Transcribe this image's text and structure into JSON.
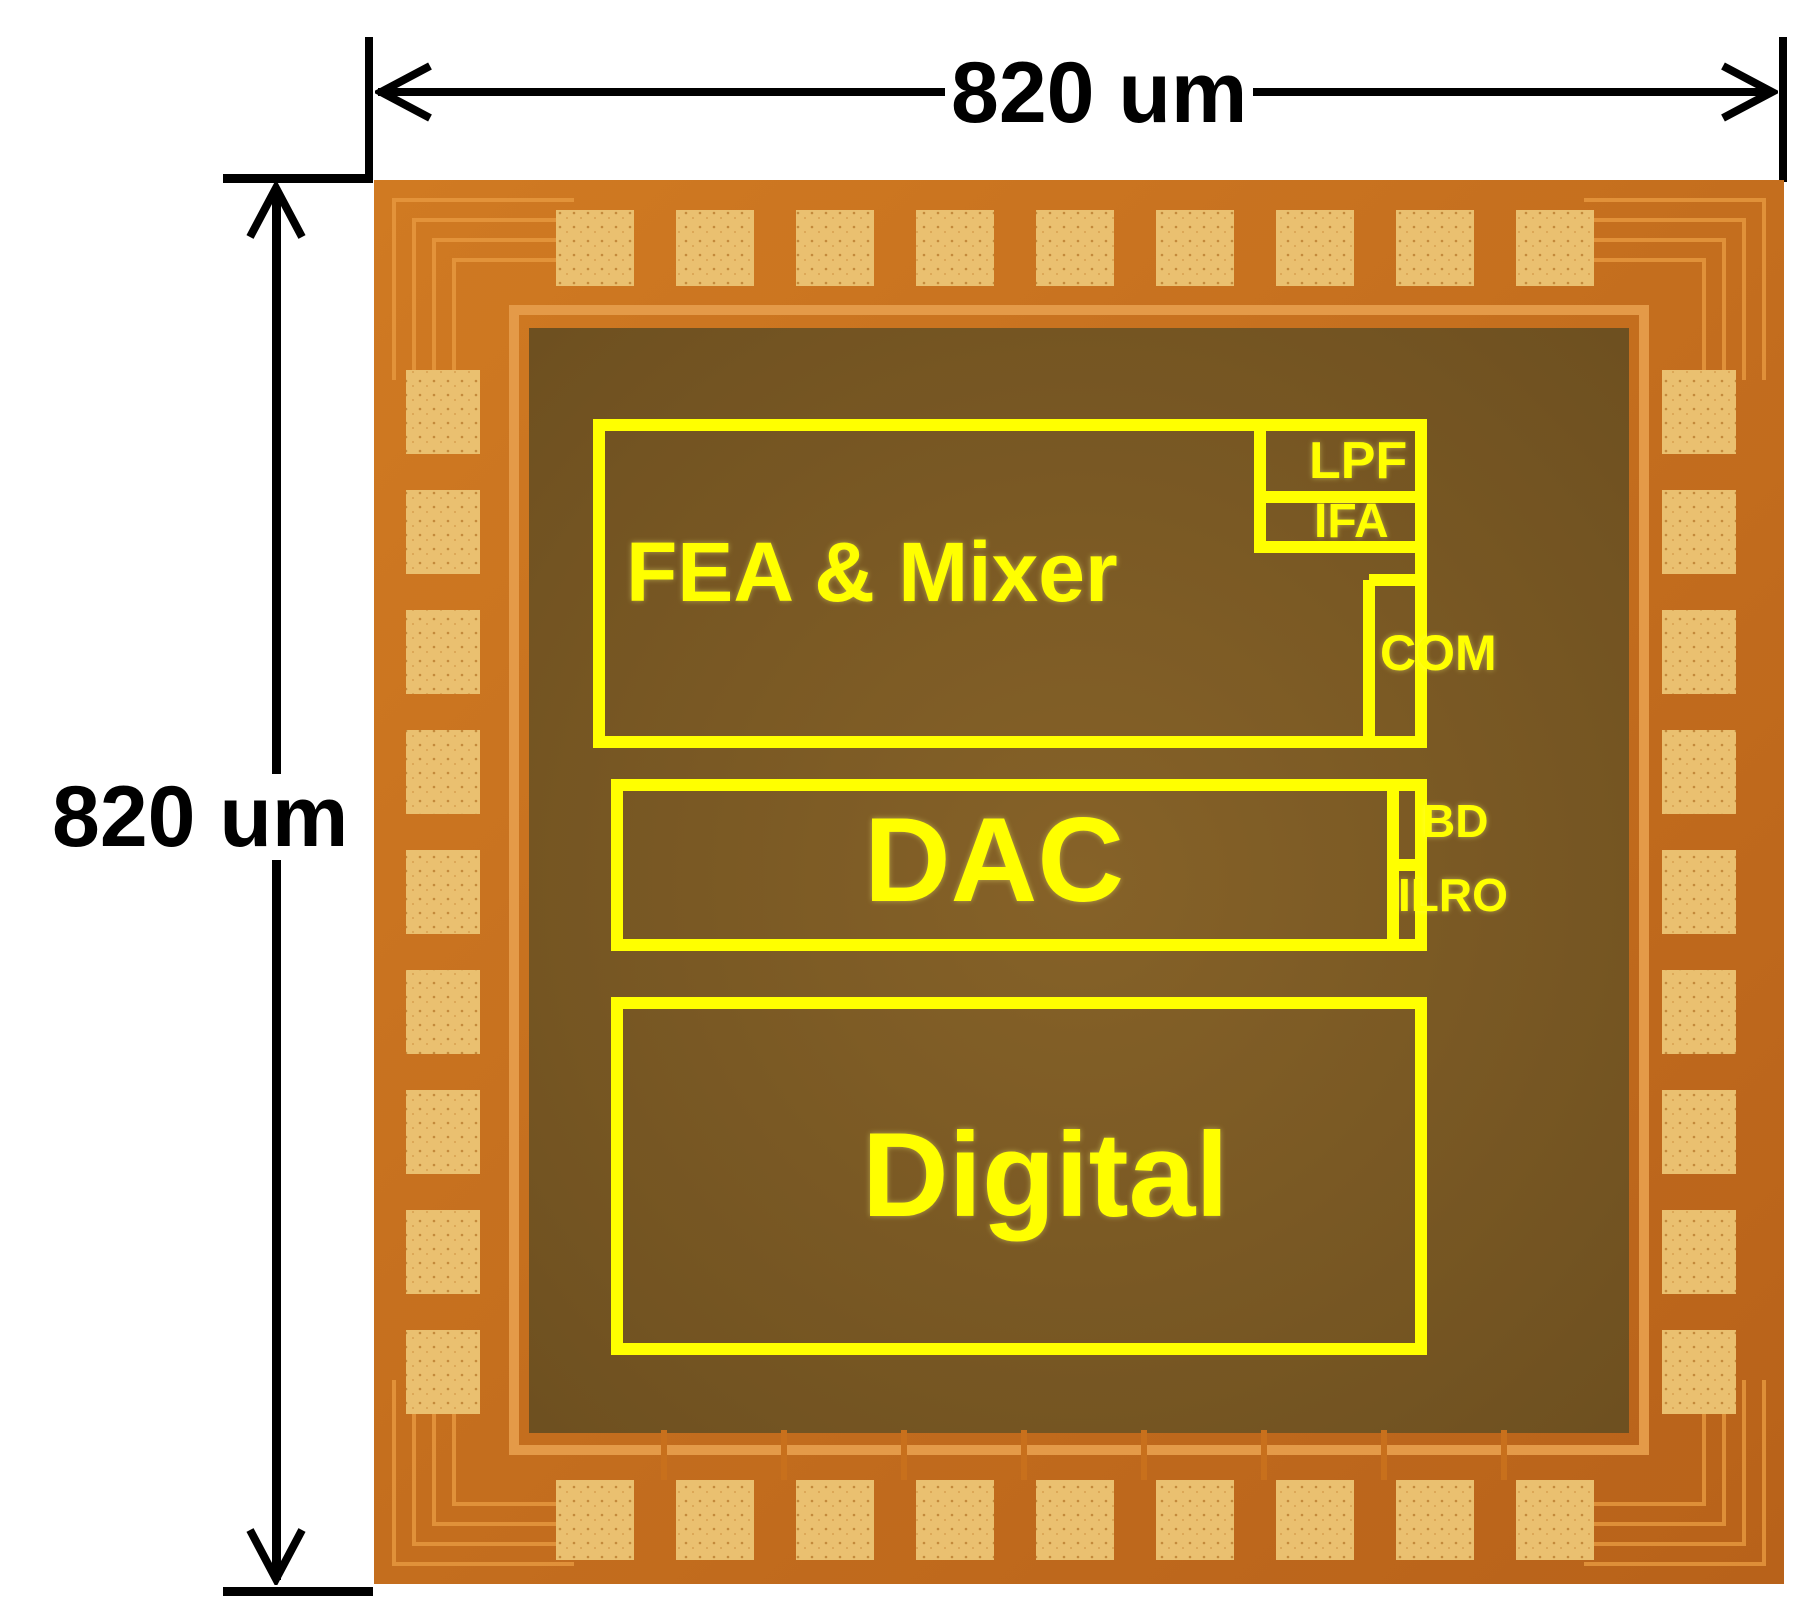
{
  "dimensions": {
    "width_label": "820 um",
    "height_label": "820 um"
  },
  "colors": {
    "annotation": "#ffff00",
    "pad": "#e8b860",
    "die_core": "#7a5a24",
    "ring": "#c8701c"
  },
  "blocks": {
    "fea_mixer": "FEA & Mixer",
    "lpf": "LPF",
    "ifa": "IFA",
    "com": "COM",
    "dac": "DAC",
    "bd": "BD",
    "ilro": "ILRO",
    "digital": "Digital"
  }
}
